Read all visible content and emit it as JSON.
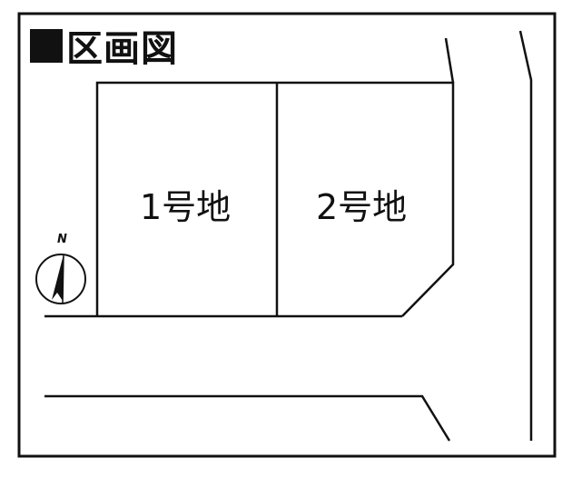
{
  "title": {
    "text": "区画図"
  },
  "lots": [
    {
      "label": "1号地"
    },
    {
      "label": "2号地"
    }
  ],
  "compass": {
    "label": "N",
    "icon": "north-arrow-icon"
  },
  "colors": {
    "line": "#111111",
    "background": "#ffffff"
  }
}
